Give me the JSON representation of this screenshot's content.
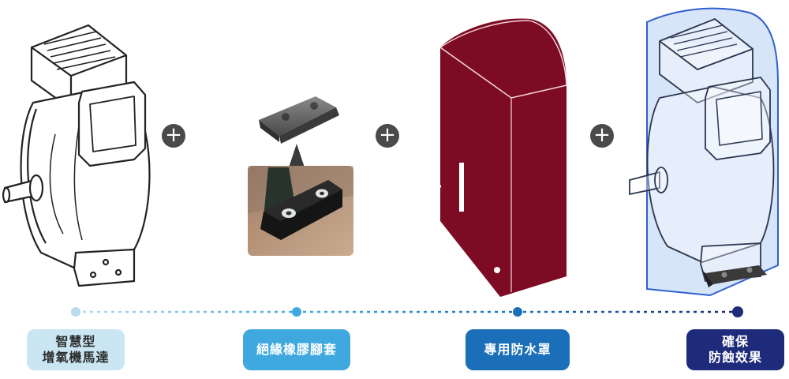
{
  "steps": [
    {
      "lines": [
        "智慧型",
        "增氧機馬達"
      ],
      "box_color": "#c9e6f2",
      "text_color": "#2b2b2b",
      "dot_color": "#b8dcea"
    },
    {
      "lines": [
        "絕緣橡膠腳套"
      ],
      "box_color": "#3fa9df",
      "text_color": "#ffffff",
      "dot_color": "#3fa9df"
    },
    {
      "lines": [
        "專用防水罩"
      ],
      "box_color": "#1a6fb8",
      "text_color": "#ffffff",
      "dot_color": "#1a6fb8"
    },
    {
      "lines": [
        "確保",
        "防蝕效果"
      ],
      "box_color": "#1e2a7a",
      "text_color": "#ffffff",
      "dot_color": "#1e2a7a"
    }
  ],
  "plus_symbol": "+",
  "colors": {
    "cover": "#7e0b24",
    "motor_outline": "#222222",
    "protected_tint": "#c9dcf5",
    "protected_outline": "#2f5fd0"
  }
}
